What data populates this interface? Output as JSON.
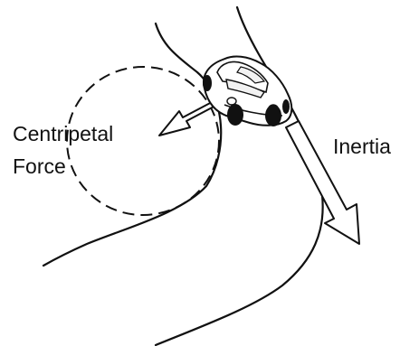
{
  "labels": {
    "centripetal_line1": "Centripetal",
    "centripetal_line2": "Force",
    "inertia": "Inertia"
  }
}
